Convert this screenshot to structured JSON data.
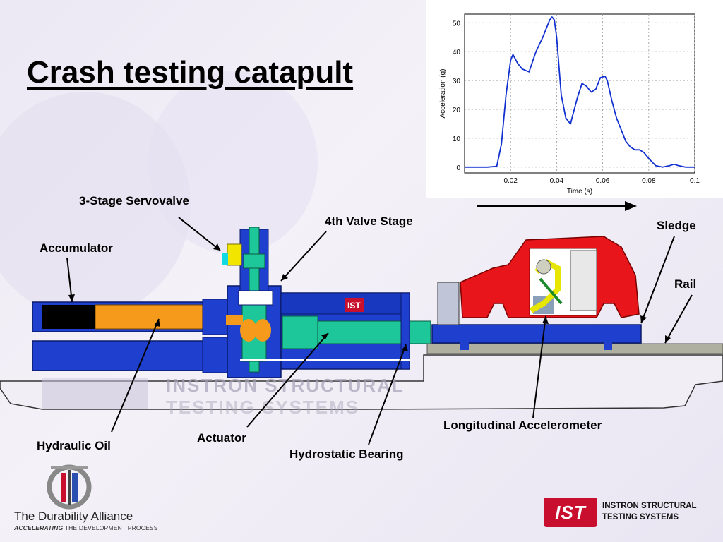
{
  "title": "Crash testing catapult",
  "labels": {
    "servovalve": "3-Stage Servovalve",
    "accumulator": "Accumulator",
    "fourth_valve": "4th Valve Stage",
    "sledge": "Sledge",
    "rail": "Rail",
    "hydraulic_oil": "Hydraulic Oil",
    "actuator": "Actuator",
    "hydrostatic_bearing": "Hydrostatic Bearing",
    "accelerometer": "Longitudinal Accelerometer",
    "ist_badge": "IST"
  },
  "background_text": [
    "INSTRON STRUCTURAL",
    "TESTING SYSTEMS"
  ],
  "footer": {
    "alliance": "The Durability Alliance",
    "tagline_bold": "ACCELERATING",
    "tagline_rest": " THE DEVELOPMENT PROCESS",
    "logo_text": "IST",
    "company_line1": "INSTRON STRUCTURAL",
    "company_line2": "TESTING SYSTEMS"
  },
  "colors": {
    "machine_blue": "#1f3fcf",
    "oil_orange": "#f59a1a",
    "valve_teal": "#1ec79a",
    "car_red": "#e8161b",
    "brand_red": "#c8102e",
    "curve_blue": "#1030d0"
  },
  "chart_data": {
    "type": "line",
    "title": "",
    "xlabel": "Time (s)",
    "ylabel": "Acceleration (g)",
    "xlim": [
      0,
      0.1
    ],
    "ylim": [
      -2,
      53
    ],
    "xticks": [
      0.02,
      0.04,
      0.06,
      0.08,
      0.1
    ],
    "xtick_labels": [
      "0.02",
      "0.04",
      "0.06",
      "0.08",
      "0.1"
    ],
    "yticks": [
      0,
      10,
      20,
      30,
      40,
      50
    ],
    "ytick_labels": [
      "0",
      "10",
      "20",
      "30",
      "40",
      "50"
    ],
    "grid": true,
    "series": [
      {
        "x": [
          0,
          0.005,
          0.01,
          0.014,
          0.016,
          0.018,
          0.02,
          0.021,
          0.023,
          0.025,
          0.028,
          0.031,
          0.034,
          0.037,
          0.038,
          0.039,
          0.04,
          0.042,
          0.044,
          0.046,
          0.047,
          0.049,
          0.051,
          0.053,
          0.055,
          0.057,
          0.059,
          0.061,
          0.062,
          0.064,
          0.066,
          0.068,
          0.07,
          0.072,
          0.074,
          0.076,
          0.078,
          0.08,
          0.083,
          0.086,
          0.089,
          0.091,
          0.093,
          0.096,
          0.1
        ],
        "y": [
          0,
          0,
          0,
          0.3,
          8,
          25,
          37,
          39,
          36,
          34,
          33,
          40,
          45,
          51,
          52,
          51,
          45,
          25,
          17,
          15,
          18,
          24,
          29,
          28,
          26,
          27,
          31,
          31.5,
          30,
          23,
          17,
          13,
          9,
          7,
          6,
          6,
          5,
          3,
          0.5,
          0,
          0.5,
          1,
          0.5,
          0,
          0
        ]
      }
    ]
  }
}
